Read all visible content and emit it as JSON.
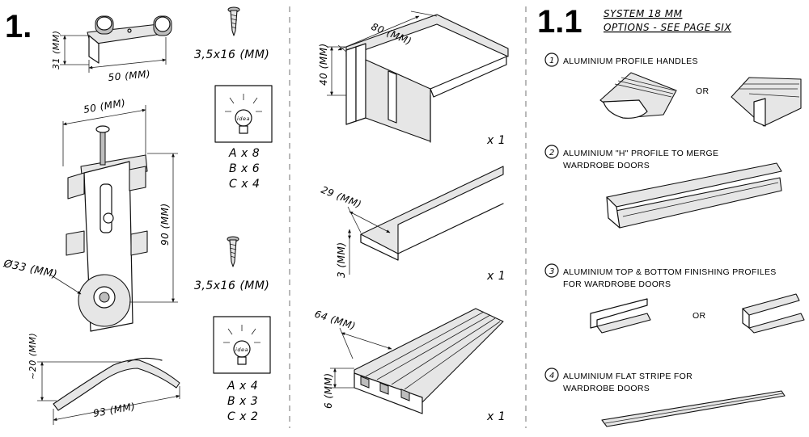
{
  "section1": {
    "number": "1.",
    "roller_top": {
      "height": "31 (MM)",
      "width": "50 (MM)"
    },
    "screw1": "3,5x16 (MM)",
    "idea_label": "idea",
    "qty1": [
      "A x 8",
      "B x 6",
      "C x 4"
    ],
    "roller_main": {
      "width": "50 (MM)",
      "height": "90 (MM)",
      "diameter": "Ø33 (MM)"
    },
    "screw2": "3,5x16 (MM)",
    "qty2": [
      "A x 4",
      "B x 3",
      "C x 2"
    ],
    "spring": {
      "height": "~20 (MM)",
      "width": "93 (MM)"
    }
  },
  "rails": {
    "rail1": {
      "width": "80 (MM)",
      "height": "40 (MM)",
      "qty": "x 1"
    },
    "rail2": {
      "width": "29 (MM)",
      "height": "3 (MM)",
      "qty": "x 1"
    },
    "rail3": {
      "width": "64 (MM)",
      "height": "6 (MM)",
      "qty": "x 1"
    }
  },
  "section11": {
    "number": "1.1",
    "title_line1": "SYSTEM 18 MM",
    "title_line2": "OPTIONS - SEE PAGE SIX",
    "items": [
      {
        "num": "1",
        "line1": "ALUMINIUM PROFILE HANDLES",
        "line2": ""
      },
      {
        "num": "2",
        "line1": "ALUMINIUM \"H\" PROFILE TO MERGE",
        "line2": "WARDROBE DOORS"
      },
      {
        "num": "3",
        "line1": "ALUMINIUM TOP & BOTTOM FINISHING PROFILES",
        "line2": "FOR WARDROBE DOORS"
      },
      {
        "num": "4",
        "line1": "ALUMINIUM FLAT STRIPE FOR",
        "line2": "WARDROBE DOORS"
      }
    ],
    "or1": "OR",
    "or2": "OR"
  }
}
